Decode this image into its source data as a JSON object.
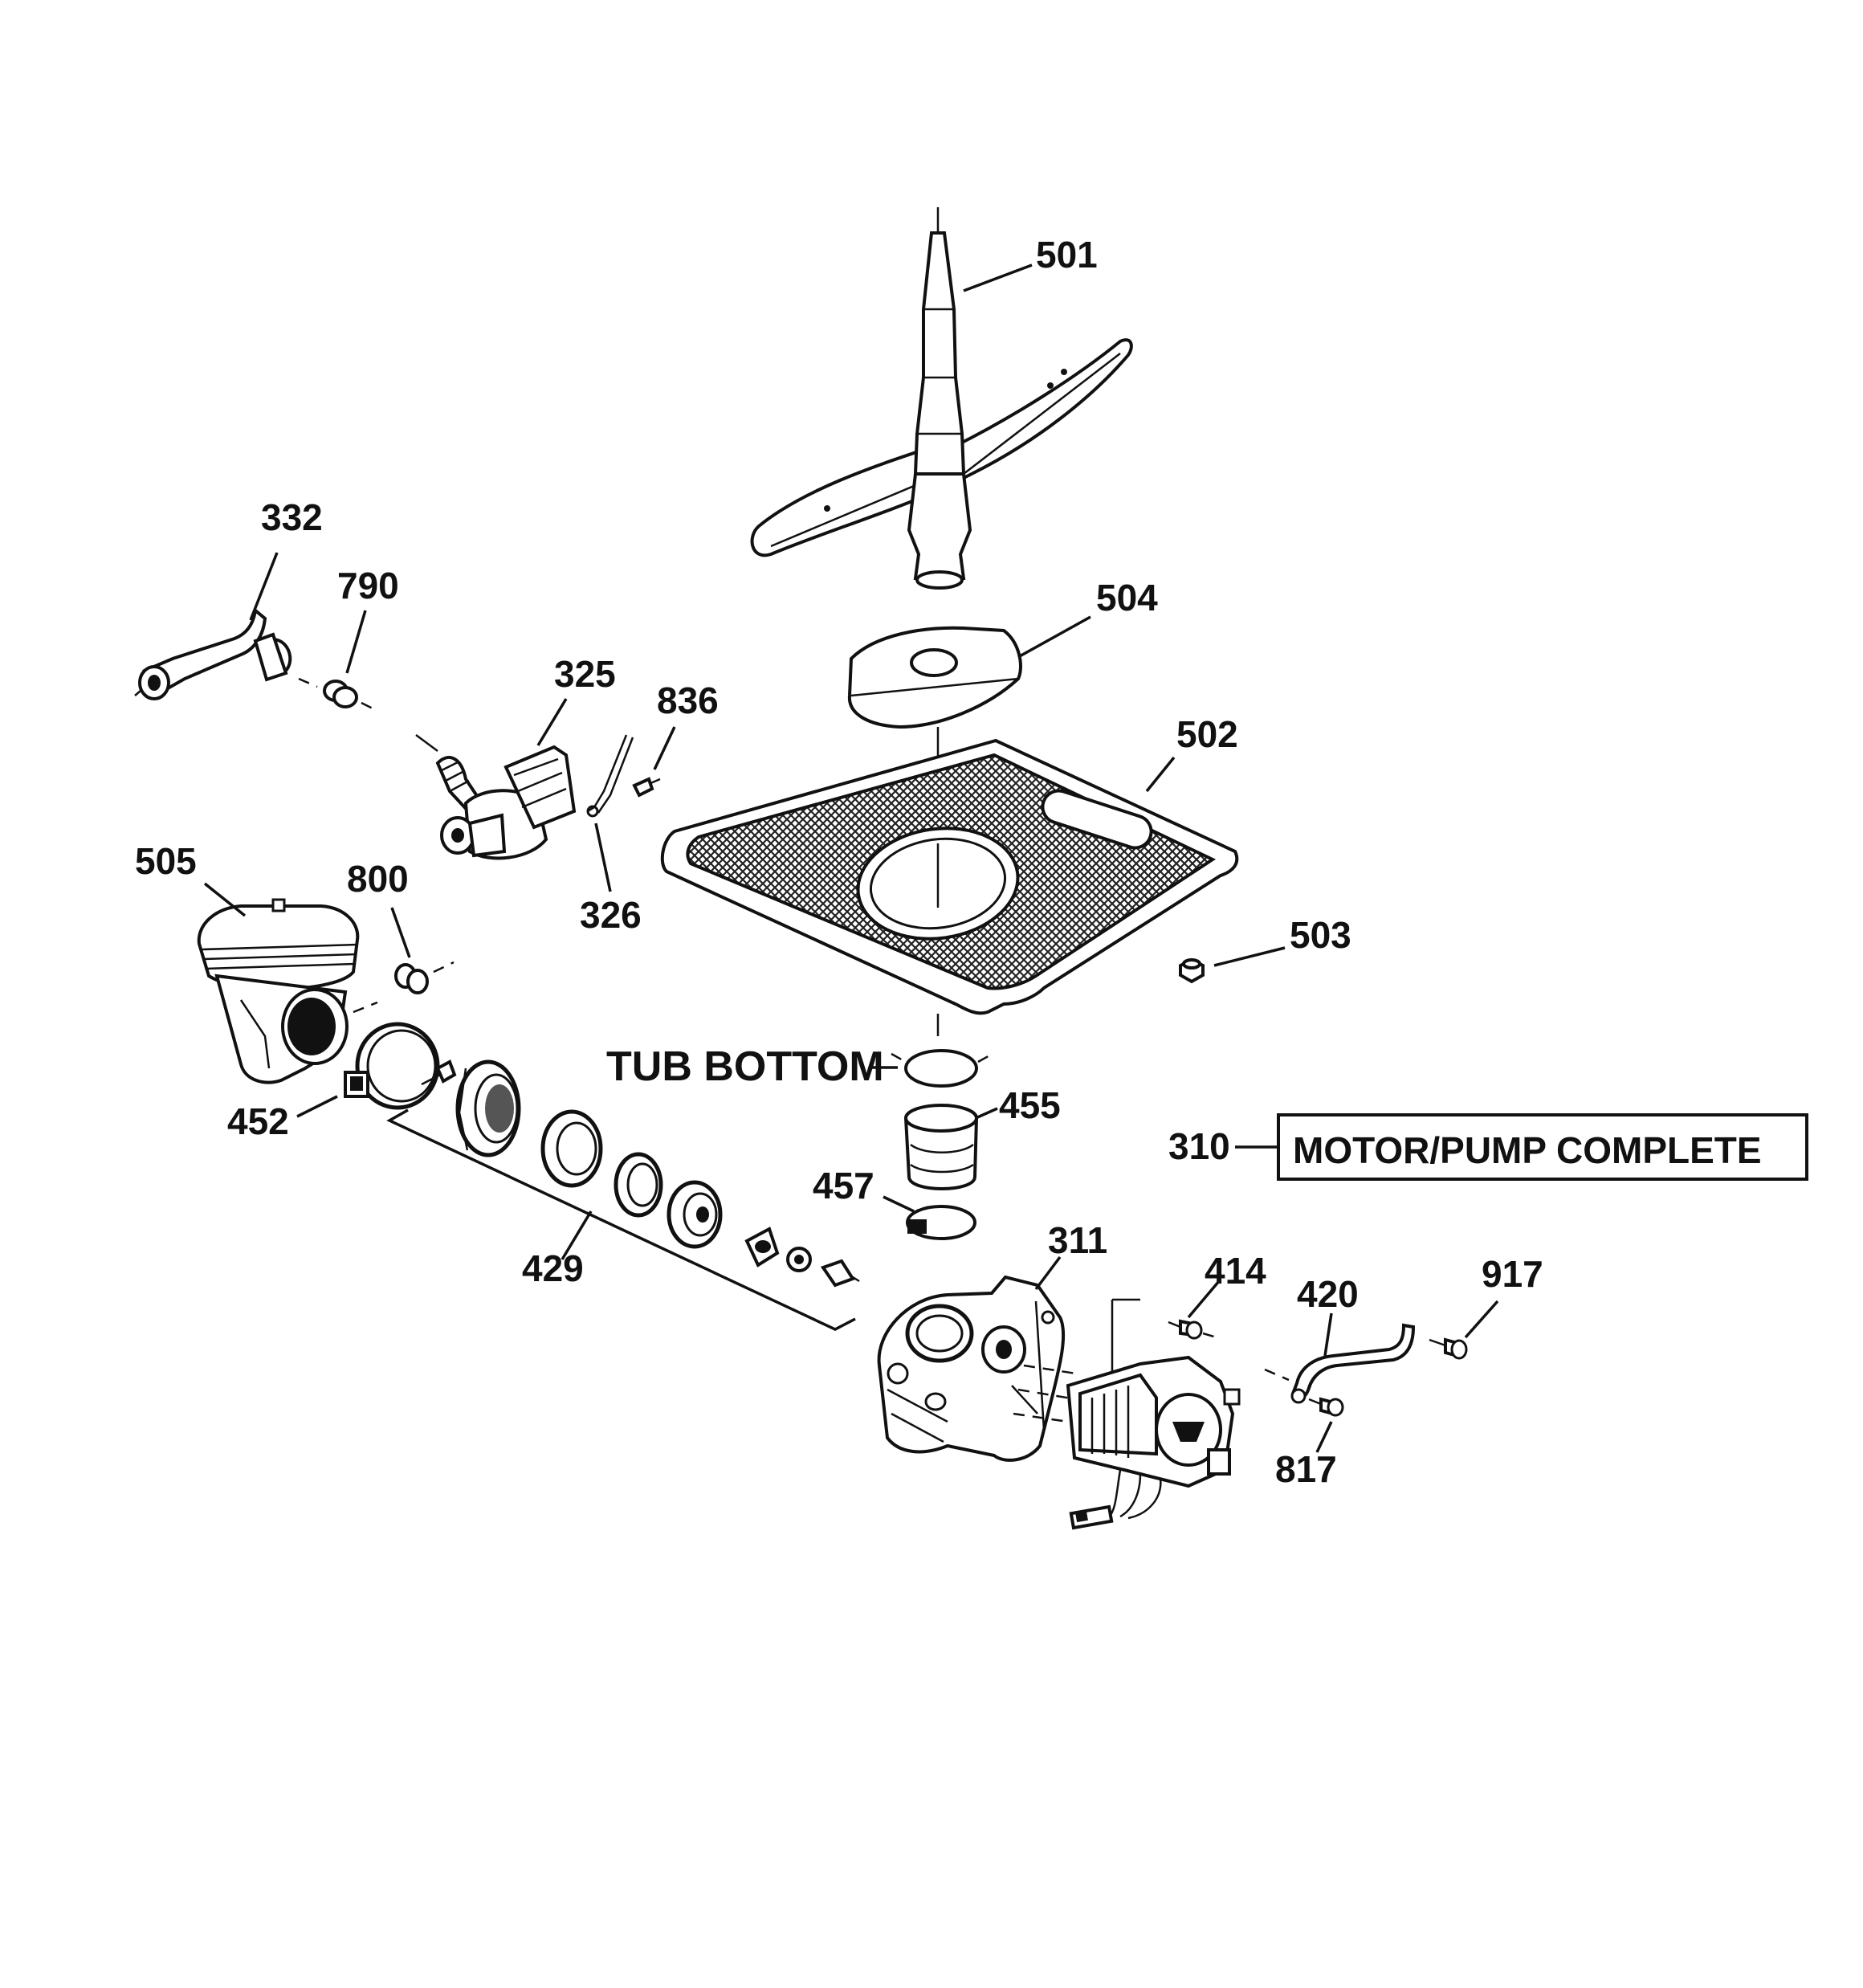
{
  "labels": {
    "p501": "501",
    "p504": "504",
    "p502": "502",
    "p503": "503",
    "p332": "332",
    "p790": "790",
    "p325": "325",
    "p836": "836",
    "p326": "326",
    "p505": "505",
    "p800": "800",
    "p452": "452",
    "p455": "455",
    "p457": "457",
    "p429": "429",
    "p311": "311",
    "p414": "414",
    "p420": "420",
    "p917": "917",
    "p817": "817",
    "p310": "310"
  },
  "tub_bottom": "TUB BOTTOM",
  "motor_pump_box": "MOTOR/PUMP COMPLETE"
}
